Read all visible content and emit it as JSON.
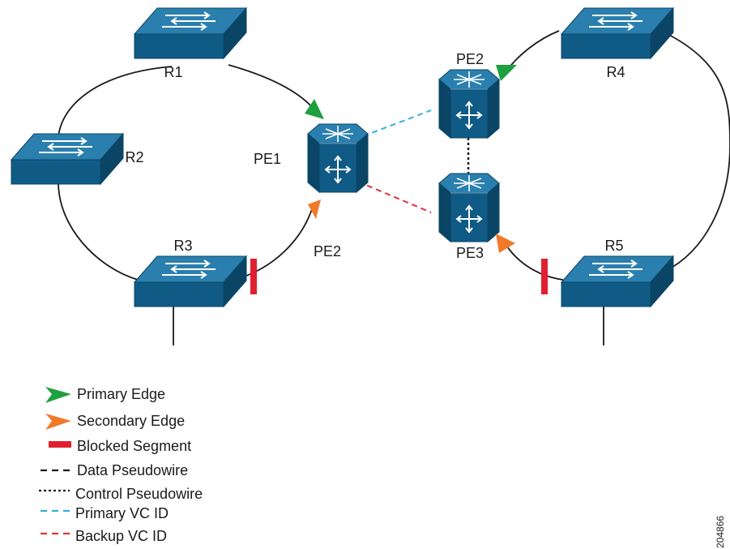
{
  "diagram": {
    "nodes": {
      "r1": "R1",
      "r2": "R2",
      "r3": "R3",
      "r4": "R4",
      "r5": "R5",
      "pe1": "PE1",
      "pe2_top": "PE2",
      "pe3": "PE3",
      "pe2_ring": "PE2"
    },
    "figure_id": "204866"
  },
  "legend": {
    "primary_edge": "Primary Edge",
    "secondary_edge": "Secondary Edge",
    "blocked_segment": "Blocked Segment",
    "data_pseudowire": "Data Pseudowire",
    "control_pseudowire": "Control Pseudowire",
    "primary_vc_id": "Primary VC ID",
    "backup_vc_id": "Backup VC ID"
  },
  "colors": {
    "device": "#0f5b85",
    "device_dark": "#0a4566",
    "primary": "#1fa040",
    "secondary": "#f07a2a",
    "blocked": "#e02030",
    "primary_vc": "#31b0e0",
    "backup_vc": "#e0343a"
  }
}
